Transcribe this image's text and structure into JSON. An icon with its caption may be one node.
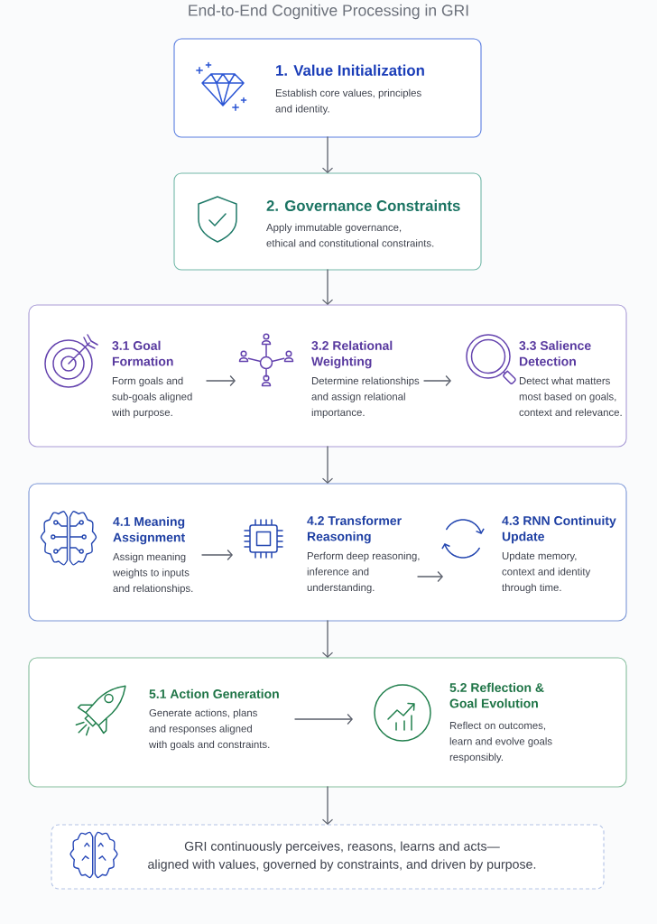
{
  "diagram": {
    "title": "End-to-End Cognitive Processing in GRI",
    "nodes": [
      {
        "text": [
          "1. Value Initialization",
          "Establish core values, principles and identity."
        ]
      },
      {
        "text": [
          "2. Governance Constraints",
          "Apply immutable governance, ethical and constitutional constraints."
        ]
      },
      {
        "text": [],
        "shape": "box"
      },
      {
        "text": [
          "3.1 Goal Formation",
          "Form goals and sub-goals aligned with purpose."
        ],
        "in": 2
      },
      {
        "text": [
          "3.2 Relational Weighting",
          "Determine relationships and assign relational importance."
        ],
        "in": 2
      },
      {
        "text": [
          "3.3 Salience Detection",
          "Detect what matters most based on goals, context and relevance."
        ],
        "in": 2
      },
      {
        "text": [],
        "shape": "box"
      },
      {
        "text": [
          "4.1 Meaning Assignment",
          "Assign meaning weights to inputs and relationships."
        ],
        "in": 6
      },
      {
        "text": [
          "4.2 Transformer Reasoning",
          "Perform deep reasoning, inference and understanding."
        ],
        "in": 6
      },
      {
        "text": [
          "4.3 RNN Continuity Update",
          "Update memory, context and identity through time."
        ],
        "in": 6
      },
      {
        "text": [],
        "shape": "box"
      },
      {
        "text": [
          "5.1 Action Generation",
          "Generate actions, plans and responses aligned with goals and constraints."
        ],
        "in": 10
      },
      {
        "text": [
          "5.2 Reflection & Goal Evolution",
          "Reflect on outcomes, learn and evolve goals responsibly."
        ],
        "in": 10
      },
      {
        "text": [
          "GRI continuously perceives, reasons, learns and acts—",
          "aligned with values, governed by constraints, and driven by purpose."
        ]
      }
    ],
    "edges": [
      {
        "from": 0,
        "to": 1,
        "arrow": "to"
      },
      {
        "from": 1,
        "to": 2,
        "arrow": "to"
      },
      {
        "from": 3,
        "to": 4,
        "arrow": "to"
      },
      {
        "from": 4,
        "to": 5,
        "arrow": "to"
      },
      {
        "from": 2,
        "to": 6,
        "arrow": "to"
      },
      {
        "from": 7,
        "to": 8,
        "arrow": "to"
      },
      {
        "from": 8,
        "to": 9,
        "arrow": "to"
      },
      {
        "from": 6,
        "to": 10,
        "arrow": "to"
      },
      {
        "from": 11,
        "to": 12,
        "arrow": "to"
      },
      {
        "from": 10,
        "to": 13,
        "arrow": "to"
      }
    ]
  }
}
